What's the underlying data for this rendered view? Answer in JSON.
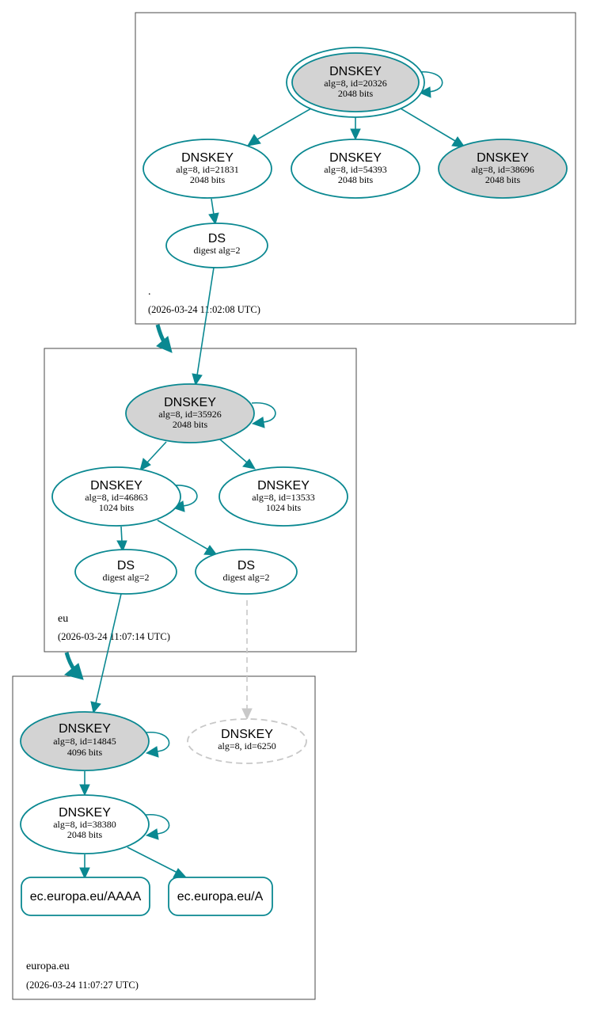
{
  "zones": {
    "root": {
      "name": ".",
      "timestamp": "(2026-03-24 11:02:08 UTC)"
    },
    "eu": {
      "name": "eu",
      "timestamp": "(2026-03-24 11:07:14 UTC)"
    },
    "europa": {
      "name": "europa.eu",
      "timestamp": "(2026-03-24 11:07:27 UTC)"
    }
  },
  "nodes": {
    "root_ksk": {
      "title": "DNSKEY",
      "line1": "alg=8, id=20326",
      "line2": "2048 bits"
    },
    "root_zsk1": {
      "title": "DNSKEY",
      "line1": "alg=8, id=21831",
      "line2": "2048 bits"
    },
    "root_zsk2": {
      "title": "DNSKEY",
      "line1": "alg=8, id=54393",
      "line2": "2048 bits"
    },
    "root_zsk3": {
      "title": "DNSKEY",
      "line1": "alg=8, id=38696",
      "line2": "2048 bits"
    },
    "root_ds": {
      "title": "DS",
      "line1": "digest alg=2"
    },
    "eu_ksk": {
      "title": "DNSKEY",
      "line1": "alg=8, id=35926",
      "line2": "2048 bits"
    },
    "eu_zsk1": {
      "title": "DNSKEY",
      "line1": "alg=8, id=46863",
      "line2": "1024 bits"
    },
    "eu_zsk2": {
      "title": "DNSKEY",
      "line1": "alg=8, id=13533",
      "line2": "1024 bits"
    },
    "eu_ds1": {
      "title": "DS",
      "line1": "digest alg=2"
    },
    "eu_ds2": {
      "title": "DS",
      "line1": "digest alg=2"
    },
    "eur_ksk": {
      "title": "DNSKEY",
      "line1": "alg=8, id=14845",
      "line2": "4096 bits"
    },
    "eur_missing": {
      "title": "DNSKEY",
      "line1": "alg=8, id=6250"
    },
    "eur_zsk": {
      "title": "DNSKEY",
      "line1": "alg=8, id=38380",
      "line2": "2048 bits"
    },
    "rr_aaaa": {
      "title": "ec.europa.eu/AAAA"
    },
    "rr_a": {
      "title": "ec.europa.eu/A"
    }
  },
  "colors": {
    "edge": "#0a8891",
    "signing_key_fill": "#d3d3d3",
    "missing": "#c8c8c8"
  }
}
